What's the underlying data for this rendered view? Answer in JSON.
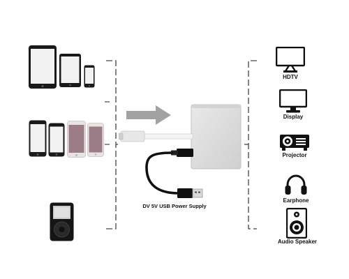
{
  "labels": {
    "hdtv": "HDTV",
    "display": "Display",
    "projector": "Projector",
    "earphone": "Earphone",
    "audio_speaker": "Audio Speaker",
    "power_supply": "DV 5V USB Power Supply"
  },
  "icons": [
    "tablet-icon",
    "tablet-icon",
    "phone-icon",
    "phone-icon",
    "phone-icon",
    "phone-icon",
    "phone-icon",
    "ipod-icon",
    "usb-c-adapter-icon",
    "usb-c-plug-icon",
    "usb-a-plug-icon",
    "usb-cable-icon",
    "arrow-right-icon",
    "tv-icon",
    "monitor-icon",
    "projector-icon",
    "headphones-icon",
    "speaker-icon"
  ]
}
